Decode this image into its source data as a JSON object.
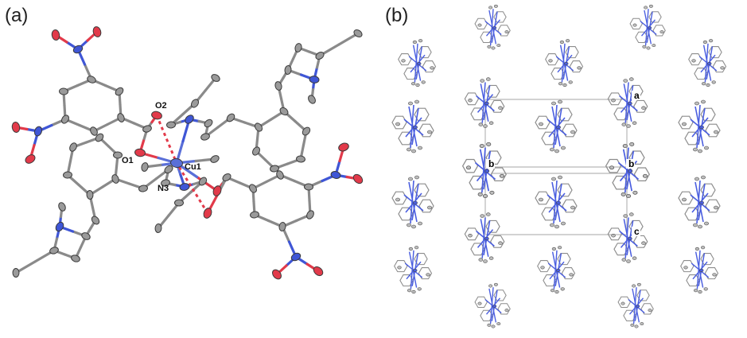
{
  "panels": {
    "a": {
      "label": "(a)"
    },
    "b": {
      "label": "(b)"
    }
  },
  "atom_labels": {
    "o2": "O2",
    "o1": "O1",
    "cu1": "Cu1",
    "n3": "N3"
  },
  "axis_labels": {
    "a": "a",
    "b_top": "b",
    "b_bottom": "b",
    "c": "c"
  },
  "colors": {
    "carbon": "#9a9a9a",
    "carbon_edge": "#3a3a3a",
    "oxygen": "#e23a4a",
    "nitrogen": "#3f56d6",
    "copper": "#5a6fd8",
    "bond": "#8a8a8a",
    "packing_carbon": "#8c8c8c",
    "packing_nitrogen": "#4a5ee0",
    "cell_edge": "#b8b8b8"
  }
}
